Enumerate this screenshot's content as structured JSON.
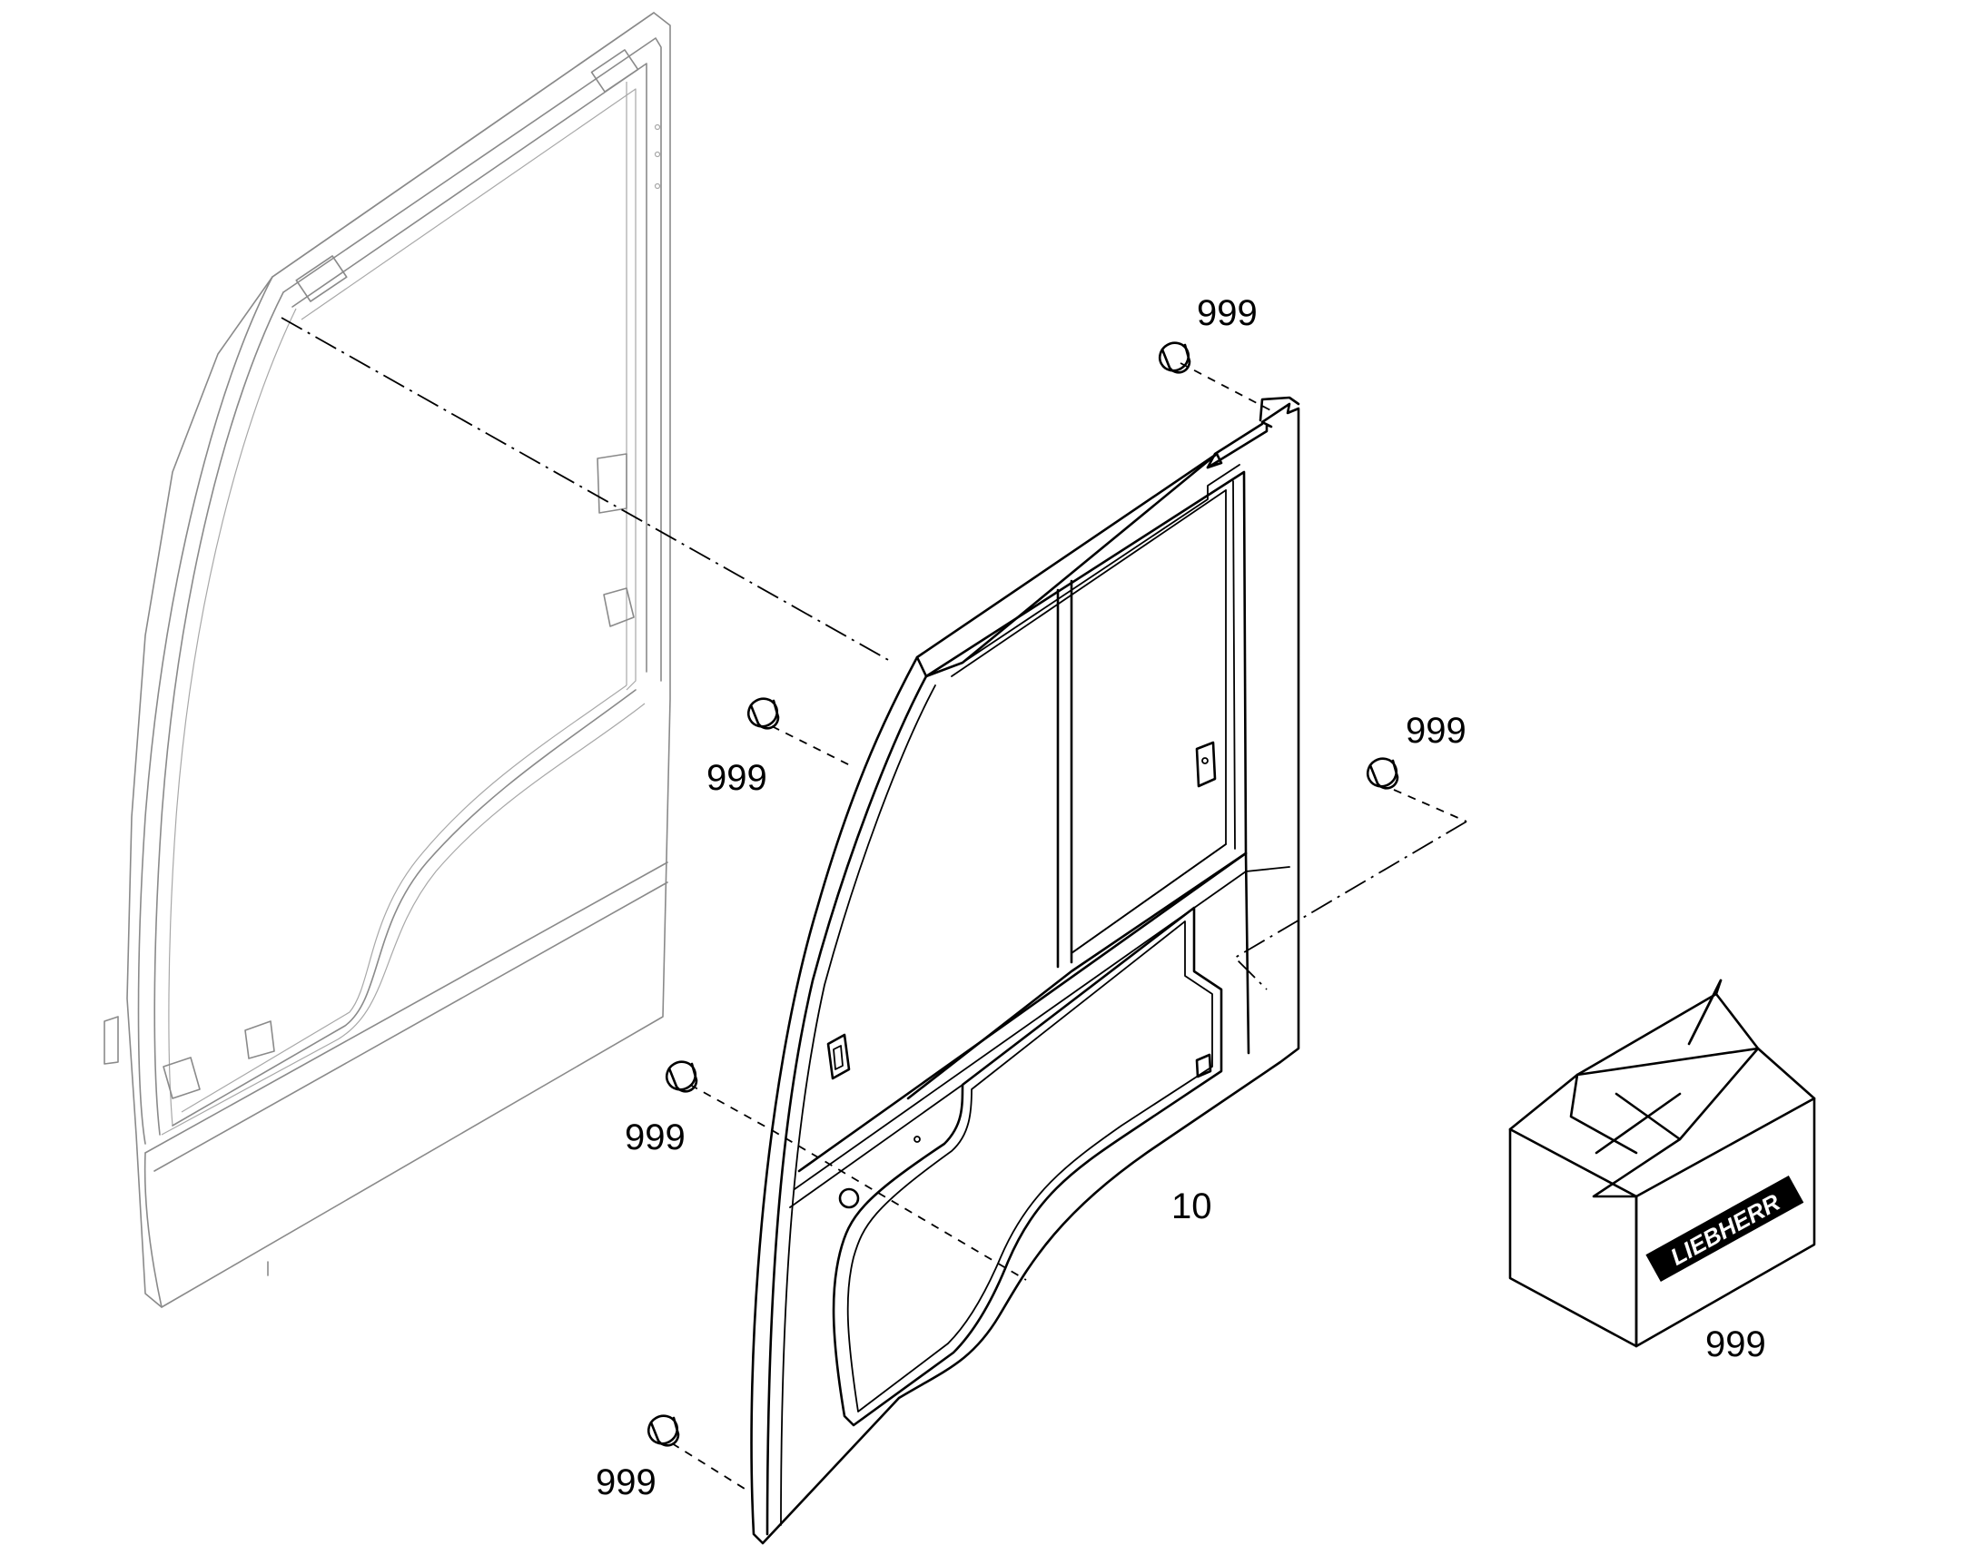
{
  "callouts": {
    "door_panel": "10",
    "pad_top_right": "999",
    "pad_right": "999",
    "pad_mid_left": "999",
    "pad_lower_left": "999",
    "pad_bottom_left": "999",
    "package": "999"
  },
  "brand": {
    "box_logo": "LIEBHERR"
  },
  "colors": {
    "ink": "#000000",
    "ghost": "#8a8a8a",
    "background": "#ffffff"
  }
}
